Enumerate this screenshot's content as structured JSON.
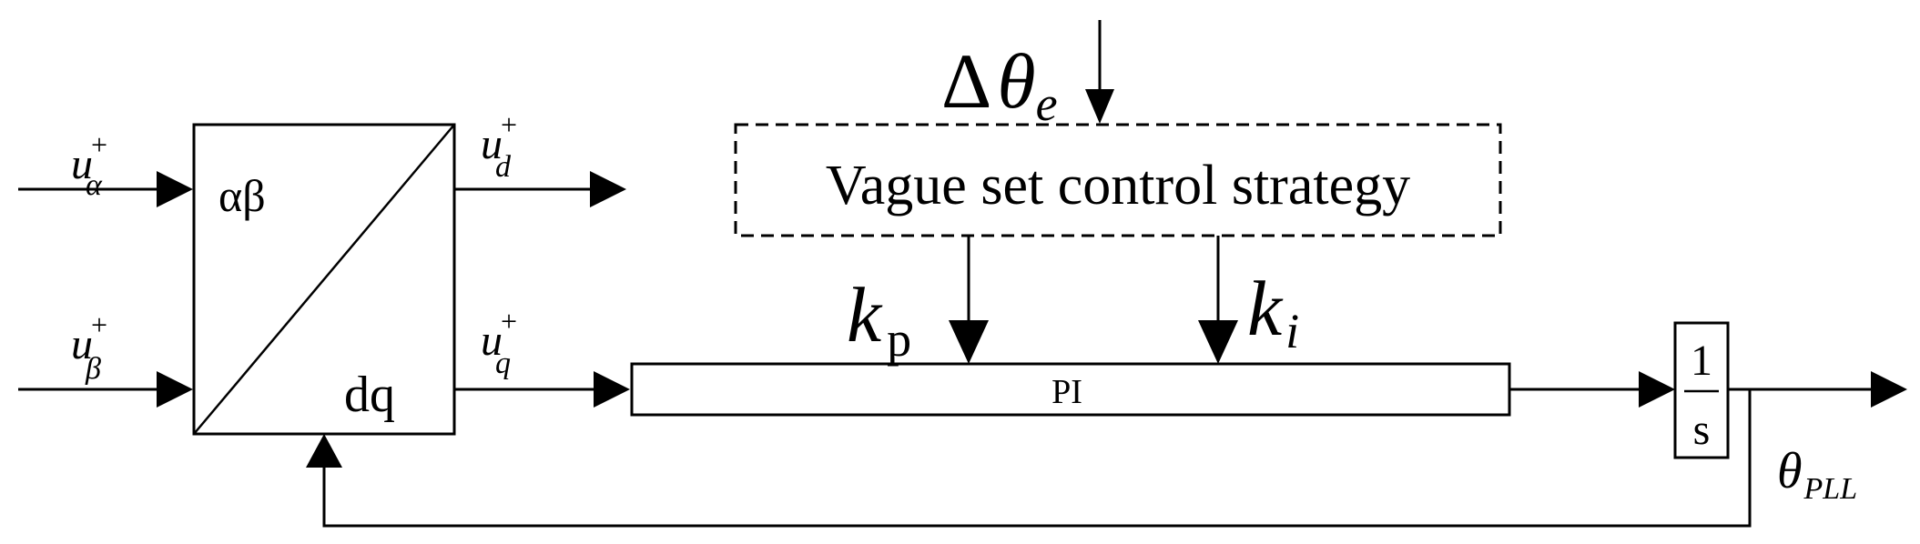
{
  "diagram": {
    "transform_block": {
      "top_left_label": "αβ",
      "bottom_right_label": "dq"
    },
    "inputs": {
      "u_alpha": {
        "base": "u",
        "sup": "+",
        "sub": "α"
      },
      "u_beta": {
        "base": "u",
        "sup": "+",
        "sub": "β"
      }
    },
    "outputs": {
      "u_d": {
        "base": "u",
        "sup": "+",
        "sub": "d"
      },
      "u_q": {
        "base": "u",
        "sup": "+",
        "sub": "q"
      }
    },
    "delta_theta": {
      "delta": "Δ",
      "base": "θ",
      "sub": "e"
    },
    "vague_block": {
      "label": "Vague set control strategy"
    },
    "kp": {
      "base": "k",
      "sub": "p"
    },
    "ki": {
      "base": "k",
      "sub": "i"
    },
    "pi_block": {
      "label": "PI"
    },
    "integrator": {
      "numerator": "1",
      "denominator": "s"
    },
    "theta_pll": {
      "base": "θ",
      "sub": "PLL"
    },
    "colors": {
      "stroke": "#000000",
      "background": "#ffffff"
    }
  }
}
